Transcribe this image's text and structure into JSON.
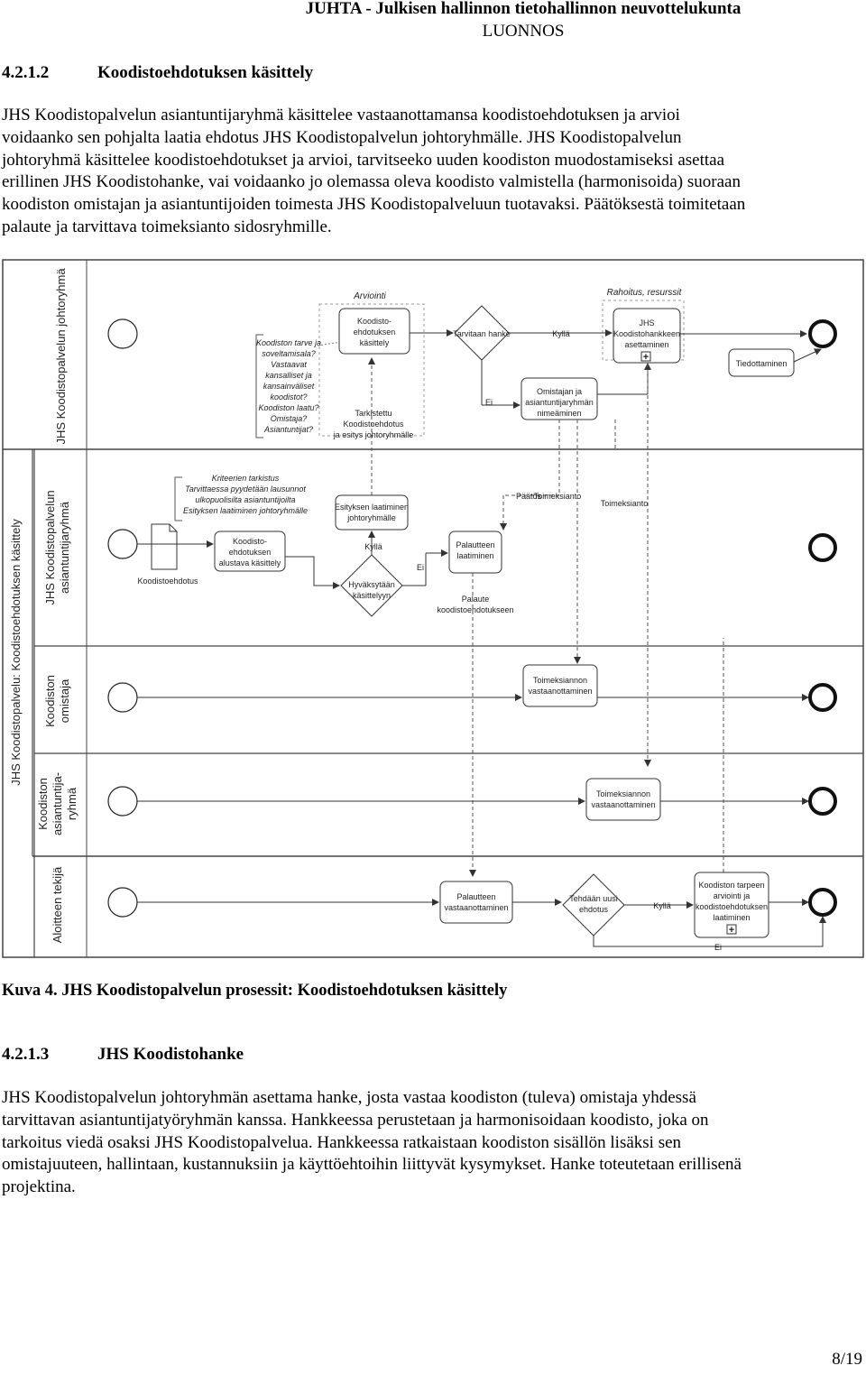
{
  "header": {
    "title": "JUHTA - Julkisen hallinnon tietohallinnon neuvottelukunta",
    "subtitle": "LUONNOS"
  },
  "section1": {
    "number": "4.2.1.2",
    "title": "Koodistoehdotuksen käsittely",
    "paragraph_lines": [
      "JHS Koodistopalvelun asiantuntijaryhmä käsittelee vastaanottamansa koodistoehdotuksen ja arvioi",
      "voidaanko sen pohjalta laatia ehdotus JHS Koodistopalvelun johtoryhmälle. JHS Koodistopalvelun",
      "johtoryhmä käsittelee koodistoehdotukset ja arvioi, tarvitseeko uuden koodiston muodostamiseksi asettaa",
      "erillinen JHS Koodistohanke, vai voidaanko jo olemassa oleva koodisto valmistella (harmonisoida) suoraan",
      "koodiston omistajan ja asiantuntijoiden toimesta JHS Koodistopalveluun tuotavaksi. Päätöksestä toimitetaan",
      "palaute ja tarvittava toimeksianto sidosryhmille."
    ]
  },
  "diagram": {
    "lanes": {
      "johtoryhma": "JHS Koodistopalvelun johtoryhmä",
      "pool": "JHS Koodistopalvelu: Koodistoehdotuksen käsittely",
      "asiantuntijaryhma_l1": "JHS Koodistopalvelun",
      "asiantuntijaryhma_l2": "asiantuntijaryhmä",
      "omistaja_l1": "Koodiston",
      "omistaja_l2": "omistaja",
      "asiantuntijaryhma2_l1": "Koodiston",
      "asiantuntijaryhma2_l2": "asiantuntija-",
      "asiantuntijaryhma2_l3": "ryhmä",
      "aloitteen": "Aloitteen tekijä"
    },
    "labels": {
      "arviointi": "Arviointi",
      "rahoitus": "Rahoitus, resurssit",
      "annotation1": [
        "Koodiston tarve ja",
        "soveltamisala?",
        "Vastaavat",
        "kansalliset ja",
        "kansainväliset",
        "koodistot?",
        "Koodiston laatu?",
        "Omistaja?",
        "Asiantuntijat?"
      ],
      "annotation2": [
        "Kriteerien tarkistus",
        "Tarvittaessa pyydetään lausunnot",
        "ulkopuolisilta asiantuntijoilta",
        "Esityksen laatiminen johtoryhmälle"
      ],
      "koodistoehdotuksen_kasittely": [
        "Koodisto-",
        "ehdotuksen",
        "käsittely"
      ],
      "tarvitaan_hanke": "Tarvitaan hanke",
      "kylla": "Kyllä",
      "ei": "Ei",
      "jhs_hanke": [
        "JHS",
        "Koodistohankkeen",
        "asettaminen"
      ],
      "tiedottaminen": "Tiedottaminen",
      "omistajan_nimeaminen": [
        "Omistajan ja",
        "asiantuntijaryhmän",
        "nimeäminen"
      ],
      "tarkistettu": [
        "Tarkistettu",
        "Koodistoehdotus",
        "ja esitys johtoryhmälle"
      ],
      "esityksen_laatiminen": [
        "Esityksen laatiminen",
        "johtoryhmälle"
      ],
      "paatos": "Päätös",
      "toimeksianto": "Toimeksianto",
      "toimeksianto2": "Toimeksianto",
      "alustava": [
        "Koodisto-",
        "ehdotuksen",
        "alustava käsittely"
      ],
      "koodistoehdotus": "Koodistoehdotus",
      "hyvaksytaan": [
        "Hyväksytään",
        "käsittelyyn"
      ],
      "palautteen_laatiminen": [
        "Palautteen",
        "laatiminen"
      ],
      "palaute": [
        "Palaute",
        "koodistoehdotukseen"
      ],
      "toimeksiannon_vast1": [
        "Toimeksiannon",
        "vastaanottaminen"
      ],
      "toimeksiannon_vast2": [
        "Toimeksiannon",
        "vastaanottaminen"
      ],
      "palautteen_vast": [
        "Palautteen",
        "vastaanottaminen"
      ],
      "tehdaan_uusi": [
        "Tehdään uusi",
        "ehdotus"
      ],
      "koodiston_tarpeen": [
        "Koodiston tarpeen",
        "arviointi ja",
        "koodistoehdotuksen",
        "laatiminen"
      ]
    }
  },
  "caption": "Kuva 4. JHS Koodistopalvelun prosessit: Koodistoehdotuksen käsittely",
  "section2": {
    "number": "4.2.1.3",
    "title": "JHS Koodistohanke",
    "paragraph_lines": [
      "JHS Koodistopalvelun johtoryhmän asettama hanke, josta vastaa koodiston (tuleva) omistaja yhdessä",
      "tarvittavan asiantuntijatyöryhmän kanssa. Hankkeessa perustetaan ja harmonisoidaan koodisto, joka on",
      "tarkoitus viedä osaksi JHS Koodistopalvelua. Hankkeessa ratkaistaan koodiston sisällön lisäksi sen",
      "omistajuuteen, hallintaan, kustannuksiin ja käyttöehtoihin liittyvät kysymykset. Hanke toteutetaan erillisenä",
      "projektina."
    ]
  },
  "page_number": "8/19"
}
